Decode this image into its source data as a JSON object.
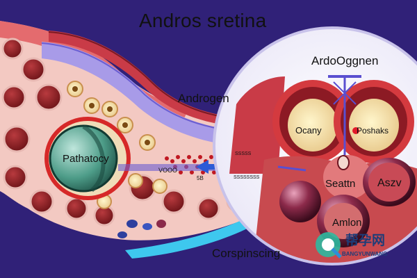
{
  "title": "Andros sretina",
  "labels": {
    "androgen_left": "Androgen",
    "androgen_top": "ArdoOggnen",
    "pathway": "Pathatocy",
    "ocariy": "Ocany",
    "poshaks": "Poshaks",
    "seattn": "Seattn",
    "aszv": "Aszv",
    "amlon": "Amlon",
    "bottom": "Corspinscing",
    "small_1": "VOOO",
    "small_2": "5B",
    "small_3": "SSSSSSSS",
    "small_4": "SSSSS"
  },
  "watermark": {
    "chinese": "帮孕网",
    "english": "BANGYUNWANG"
  },
  "colors": {
    "background": "#2b1d6e",
    "tissue_light": "#f3c9c2",
    "tissue_red": "#d62828",
    "vessel_purple": "#a89be8",
    "nucleus_green": "#3e8a7a",
    "arrow_blue": "#2d5bd6",
    "accent_cyan": "#3ec8ee"
  },
  "icons": [
    "logo-watermark-icon"
  ]
}
